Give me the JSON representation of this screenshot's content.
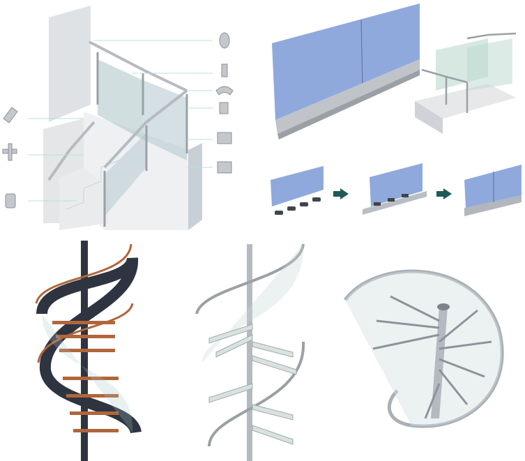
{
  "scene": {
    "title": "",
    "panels": [
      {
        "id": "exploded-railing"
      },
      {
        "id": "glass-balustrade"
      },
      {
        "id": "installation-steps"
      },
      {
        "id": "spiral-dark"
      },
      {
        "id": "spiral-glass"
      },
      {
        "id": "spiral-top-view"
      }
    ],
    "colors": {
      "glass_blue": "#8fa9dd",
      "glass_blue_dark": "#6f8cca",
      "steel": "#c9ccd1",
      "wall": "#e6e8ea",
      "wood": "#b0663a",
      "dark_steel": "#2e3440",
      "arrow": "#1f5a57"
    }
  }
}
